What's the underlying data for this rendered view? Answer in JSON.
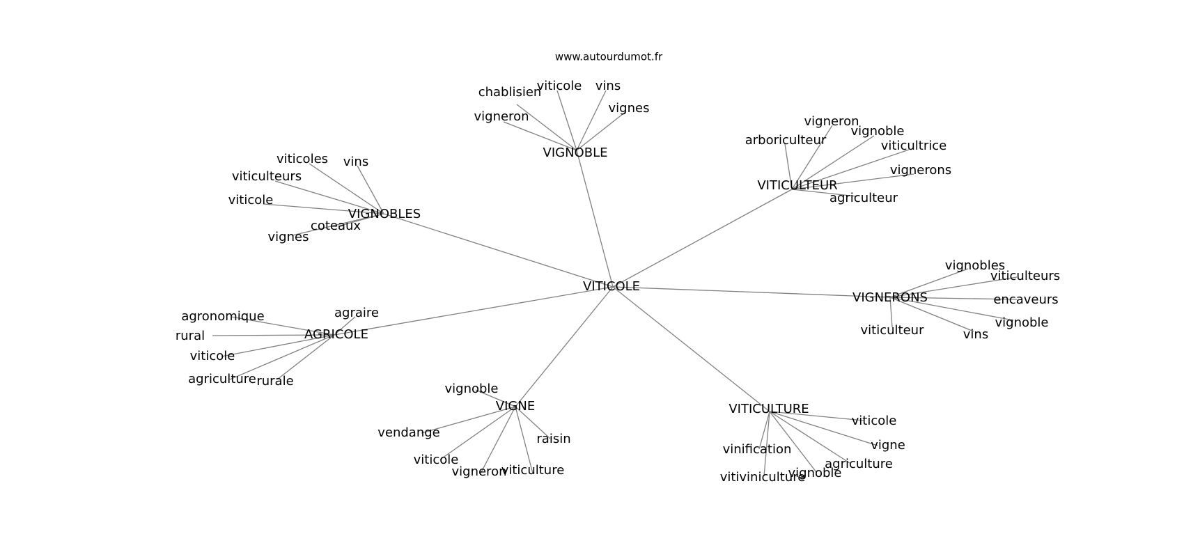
{
  "site_url": "www.autourdumot.fr",
  "colors": {
    "edge": "#808080",
    "text": "#000000",
    "background": "#ffffff"
  },
  "root": {
    "label": "VITICOLE"
  },
  "clusters": [
    {
      "label": "VIGNOBLE",
      "children": [
        "chablisien",
        "viticole",
        "vins",
        "vignes",
        "vigneron"
      ]
    },
    {
      "label": "VITICULTEUR",
      "children": [
        "vigneron",
        "vignoble",
        "arboriculteur",
        "viticultrice",
        "vignerons",
        "agriculteur"
      ]
    },
    {
      "label": "VIGNOBLES",
      "children": [
        "viticoles",
        "vins",
        "viticulteurs",
        "viticole",
        "coteaux",
        "vignes"
      ]
    },
    {
      "label": "VIGNERONS",
      "children": [
        "vignobles",
        "viticulteurs",
        "encaveurs",
        "vignoble",
        "vins",
        "viticulteur"
      ]
    },
    {
      "label": "AGRICOLE",
      "children": [
        "agronomique",
        "agraire",
        "rural",
        "viticole",
        "agriculture",
        "rurale"
      ]
    },
    {
      "label": "VIGNE",
      "children": [
        "vignoble",
        "vendange",
        "raisin",
        "viticole",
        "vigneron",
        "viticulture"
      ]
    },
    {
      "label": "VITICULTURE",
      "children": [
        "viticole",
        "vigne",
        "vinification",
        "agriculture",
        "vignoble",
        "vitiviniculture"
      ]
    }
  ]
}
